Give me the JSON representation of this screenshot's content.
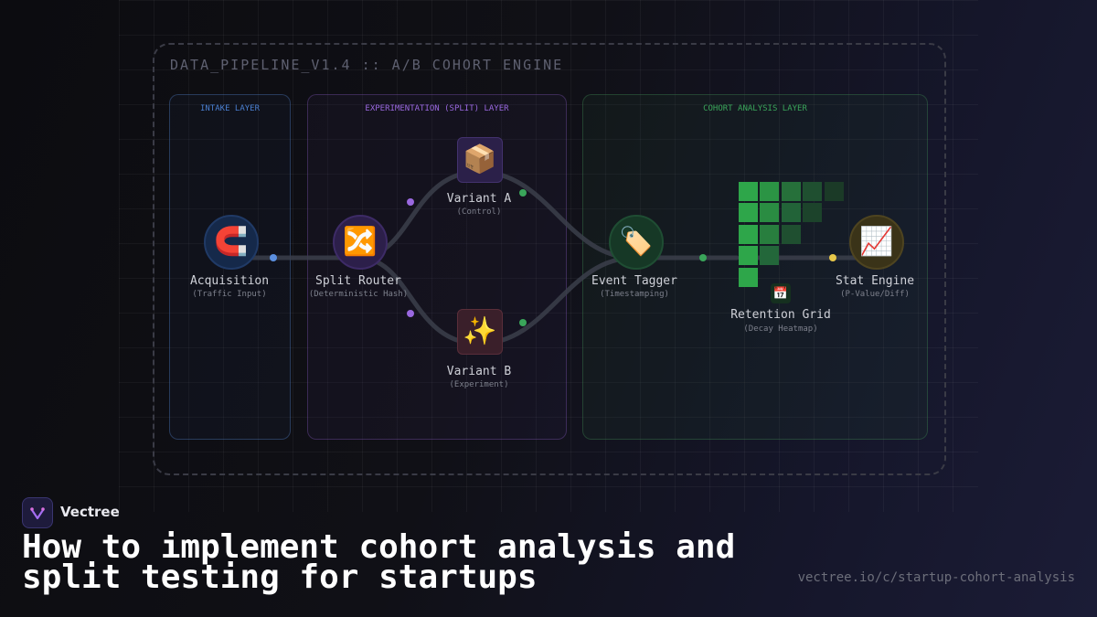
{
  "diagram": {
    "title": "DATA_PIPELINE_V1.4 :: A/B COHORT ENGINE",
    "layers": {
      "intake": "INTAKE LAYER",
      "split": "EXPERIMENTATION (SPLIT) LAYER",
      "cohort": "COHORT ANALYSIS LAYER"
    },
    "nodes": {
      "acquisition": {
        "icon": "🧲",
        "icon_name": "magnet-icon",
        "name": "Acquisition",
        "sub": "(Traffic Input)"
      },
      "split_router": {
        "icon": "🔀",
        "icon_name": "shuffle-icon",
        "name": "Split Router",
        "sub": "(Deterministic Hash)"
      },
      "variant_a": {
        "icon": "📦",
        "icon_name": "package-icon",
        "name": "Variant A",
        "sub": "(Control)"
      },
      "variant_b": {
        "icon": "✨",
        "icon_name": "sparkles-icon",
        "name": "Variant B",
        "sub": "(Experiment)"
      },
      "event_tagger": {
        "icon": "🏷️",
        "icon_name": "tag-icon",
        "name": "Event Tagger",
        "sub": "(Timestamping)"
      },
      "retention_grid": {
        "icon": "📅",
        "icon_name": "calendar-icon",
        "name": "Retention Grid",
        "sub": "(Decay Heatmap)"
      },
      "stat_engine": {
        "icon": "📈",
        "icon_name": "chart-up-icon",
        "name": "Stat Engine",
        "sub": "(P-Value/Diff)"
      }
    },
    "colors": {
      "intake": "#4a7fd0",
      "split": "#9a68e0",
      "cohort": "#3aa55a",
      "stat": "#e8c84a"
    }
  },
  "footer": {
    "brand": "Vectree",
    "logo_icon": "vectree-logo-icon",
    "headline": "How to implement cohort analysis and split testing for startups",
    "url": "vectree.io/c/startup-cohort-analysis"
  }
}
